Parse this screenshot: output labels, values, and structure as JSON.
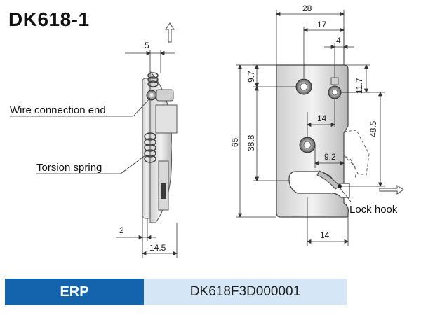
{
  "title": "DK618-1",
  "callouts": {
    "wire": "Wire connection end",
    "spring": "Torsion spring",
    "hook": "Lock hook"
  },
  "dims": {
    "d28": "28",
    "d17": "17",
    "d4": "4",
    "d5": "5",
    "d9_7": "9.7",
    "d11_7": "11.7",
    "d14a": "14",
    "d48_5": "48.5",
    "d65": "65",
    "d38_8": "38.8",
    "d9_2": "9.2",
    "d14b": "14",
    "d2": "2",
    "d14_5": "14.5"
  },
  "erp": {
    "label": "ERP",
    "code": "DK618F3D000001"
  },
  "colors": {
    "erp_label_bg": "#1464ad",
    "erp_code_bg": "#d5e7f7"
  },
  "icons": [
    "up-arrow-icon",
    "right-arrow-icon"
  ]
}
